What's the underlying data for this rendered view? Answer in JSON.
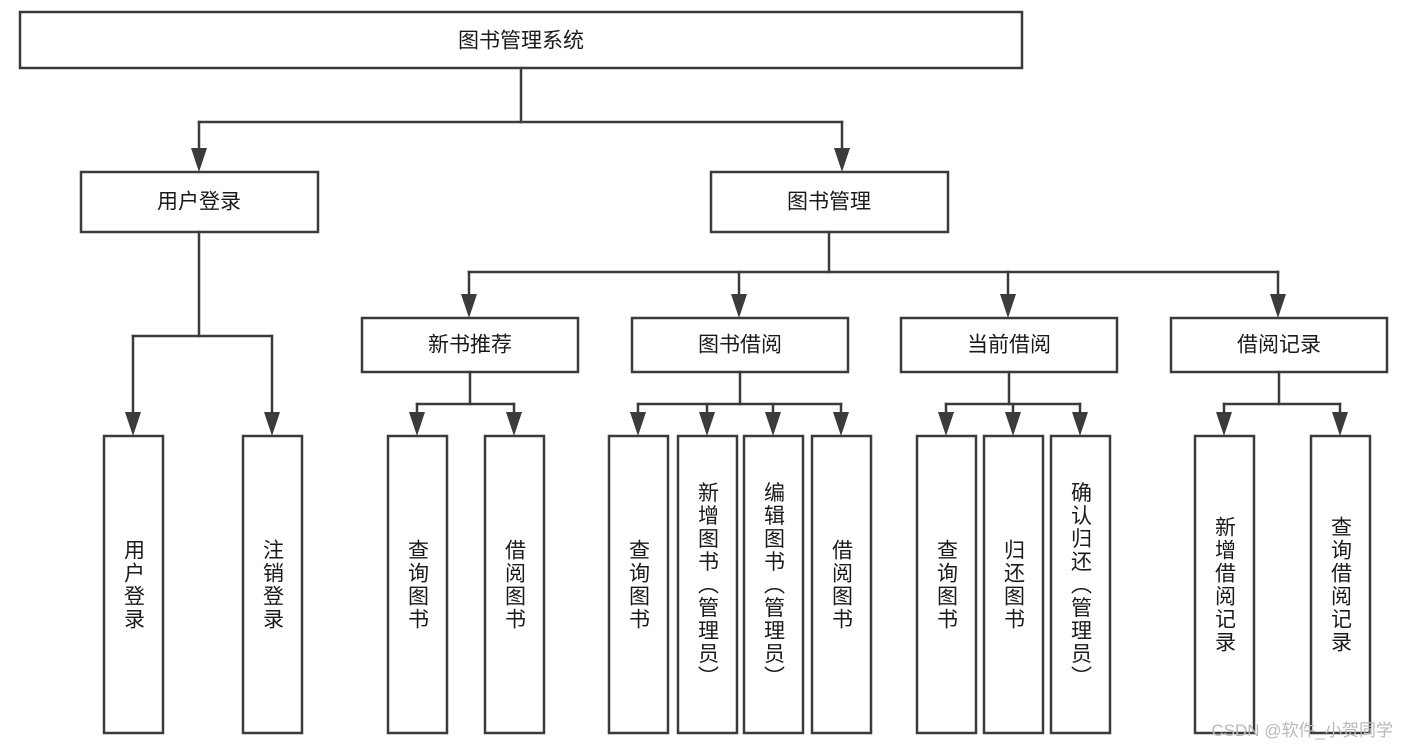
{
  "diagram": {
    "type": "tree",
    "title_node": {
      "label": "图书管理系统"
    },
    "level2": [
      {
        "label": "用户登录"
      },
      {
        "label": "图书管理"
      }
    ],
    "level3": [
      {
        "label": "新书推荐"
      },
      {
        "label": "图书借阅"
      },
      {
        "label": "当前借阅"
      },
      {
        "label": "借阅记录"
      }
    ],
    "leaves": {
      "user_login": [
        {
          "label": "用户登录"
        },
        {
          "label": "注销登录"
        }
      ],
      "new_book": [
        {
          "label": "查询图书"
        },
        {
          "label": "借阅图书"
        }
      ],
      "book_borrow": [
        {
          "label": "查询图书"
        },
        {
          "label": "新增图书（管理员）"
        },
        {
          "label": "编辑图书（管理员）"
        },
        {
          "label": "借阅图书"
        }
      ],
      "current_borrow": [
        {
          "label": "查询图书"
        },
        {
          "label": "归还图书"
        },
        {
          "label": "确认归还（管理员）"
        }
      ],
      "borrow_record": [
        {
          "label": "新增借阅记录"
        },
        {
          "label": "查询借阅记录"
        }
      ]
    }
  },
  "watermark": {
    "text": "CSDN @软件_小贺同学"
  },
  "colors": {
    "stroke": "#3b3b3b",
    "box_fill": "#ffffff",
    "text": "#1a1a1a",
    "watermark": "#b9b9b9",
    "background": "#ffffff"
  }
}
